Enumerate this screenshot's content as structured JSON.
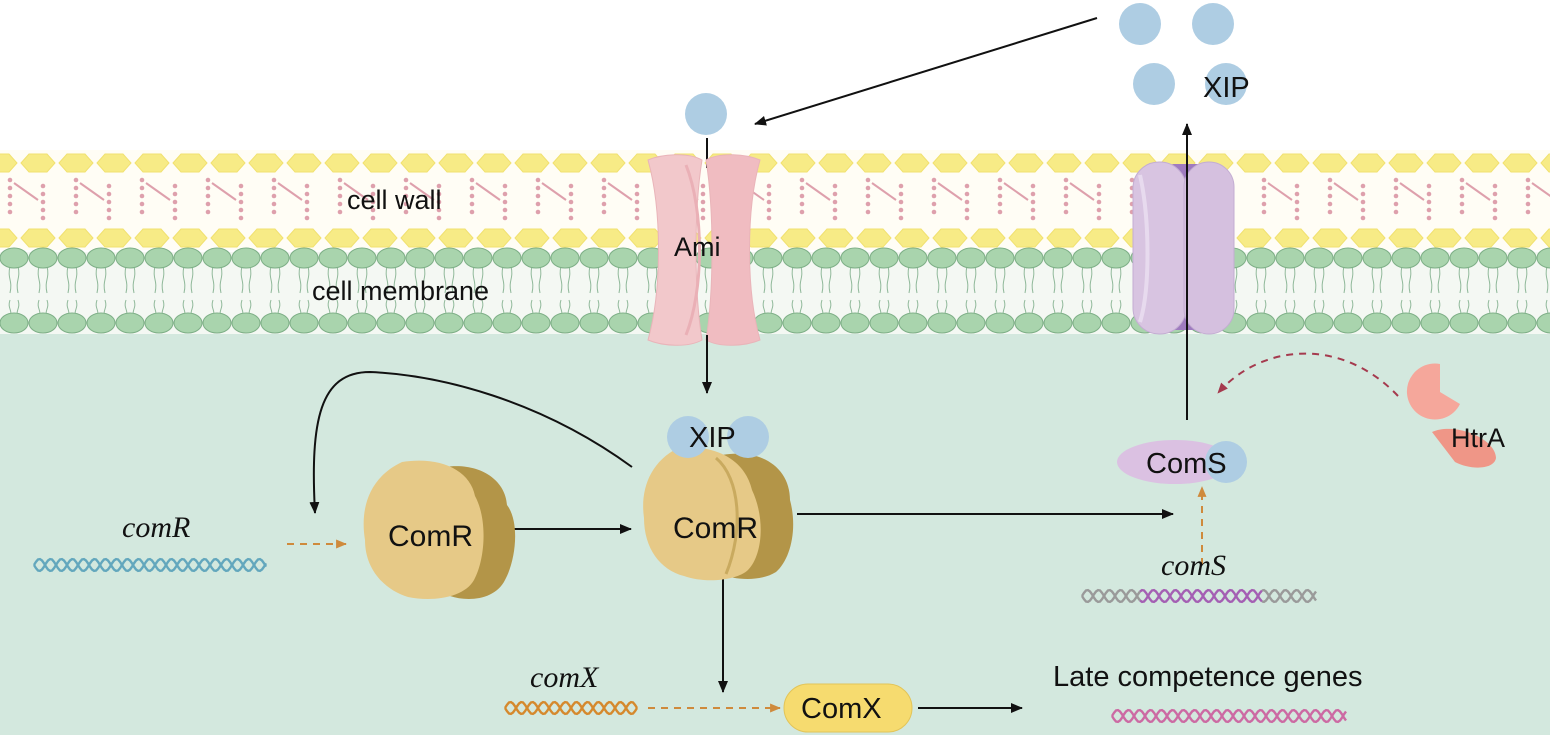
{
  "labels": {
    "xip_outside": "XIP",
    "cell_wall": "cell wall",
    "cell_membrane": "cell membrane",
    "ami": "Ami",
    "xip_bound": "XIP",
    "comr_monomer": "ComR",
    "comr_complex": "ComR",
    "coms_protein": "ComS",
    "htra": "HtrA",
    "comx_protein": "ComX",
    "late_genes": "Late competence genes"
  },
  "genes": {
    "comr": "comR",
    "coms": "comS",
    "comx": "comX"
  },
  "colors": {
    "cytoplasm": "#d3e8de",
    "wall_yellow": "#f7eb86",
    "wall_pink": "#dea0ac",
    "lipid_head": "#a9d4ad",
    "xip_blue": "#aecde3",
    "ami_pink": "#f2c8cb",
    "channel_purple": "#d8c4e1",
    "comr_tan": "#e6c987",
    "comx_yellow": "#f6db6f",
    "htra_salmon": "#f5a79b",
    "dashed_orange": "#cf8a3c",
    "dashed_red": "#a53a4e"
  }
}
